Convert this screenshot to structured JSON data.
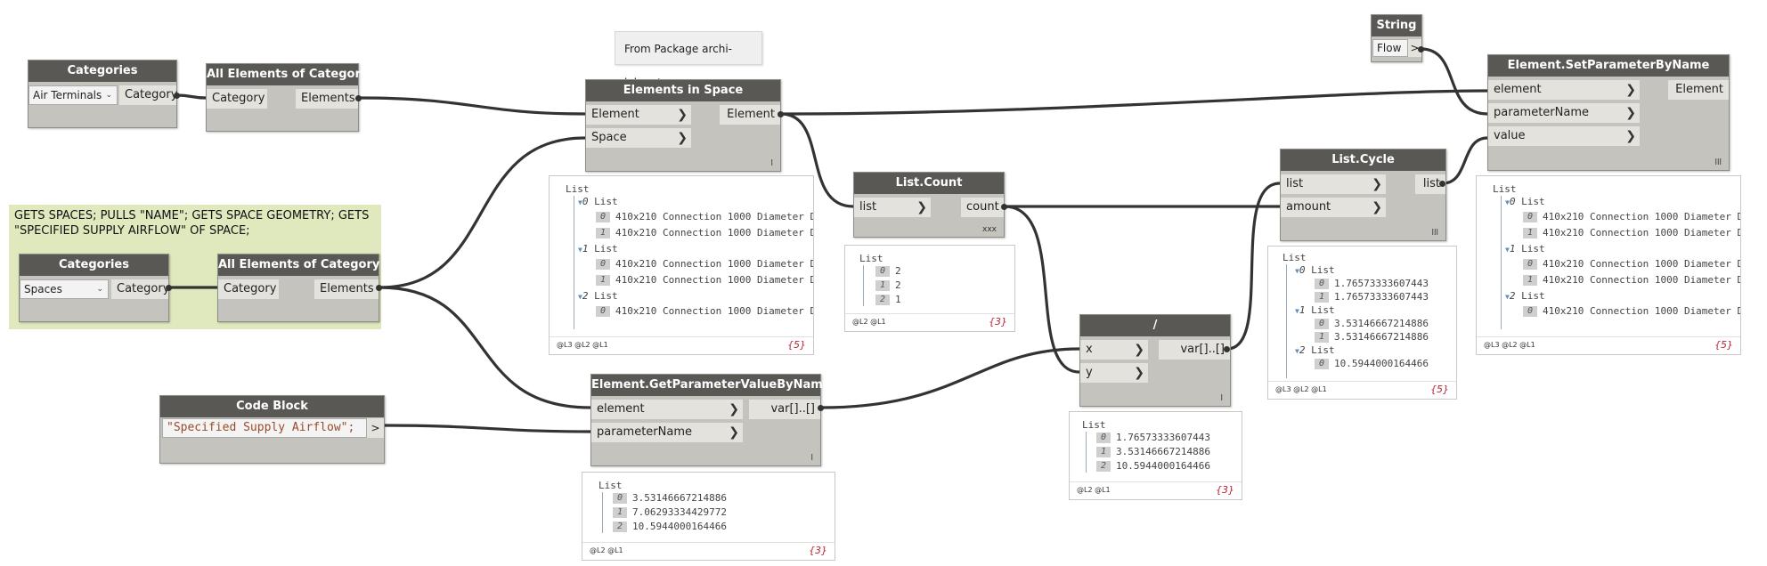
{
  "group": {
    "title": "GETS SPACES; PULLS \"NAME\"; GETS SPACE GEOMETRY; GETS \"SPECIFIED SUPPLY AIRFLOW\" OF SPACE;"
  },
  "note": {
    "text": "From Package archi-lab.net"
  },
  "nodes": {
    "categories1": {
      "title": "Categories",
      "selected": "Air Terminals",
      "output": "Category"
    },
    "all_elements1": {
      "title": "All Elements of Category",
      "input": "Category",
      "output": "Elements"
    },
    "categories2": {
      "title": "Categories",
      "selected": "Spaces",
      "output": "Category"
    },
    "all_elements2": {
      "title": "All Elements of Category",
      "input": "Category",
      "output": "Elements"
    },
    "elements_in_space": {
      "title": "Elements in Space",
      "inputs": [
        "Element",
        "Space"
      ],
      "output": "Element",
      "lacing": "l"
    },
    "list_count": {
      "title": "List.Count",
      "input": "list",
      "output": "count",
      "lacing": "xxx"
    },
    "code_block": {
      "title": "Code Block",
      "code": "\"Specified Supply Airflow\";",
      "output": ">"
    },
    "get_param": {
      "title": "Element.GetParameterValueByName",
      "inputs": [
        "element",
        "parameterName"
      ],
      "output": "var[]..[]",
      "lacing": "l"
    },
    "divide": {
      "title": "/",
      "inputs": [
        "x",
        "y"
      ],
      "output": "var[]..[]",
      "lacing": "l"
    },
    "list_cycle": {
      "title": "List.Cycle",
      "inputs": [
        "list",
        "amount"
      ],
      "output": "list",
      "lacing": "lll"
    },
    "string": {
      "title": "String",
      "value": "Flow",
      "output": ">"
    },
    "set_param": {
      "title": "Element.SetParameterByName",
      "inputs": [
        "element",
        "parameterName",
        "value"
      ],
      "output": "Element",
      "lacing": "lll"
    }
  },
  "previews": {
    "elements_in_space": {
      "root": "List",
      "groups": [
        {
          "index": "0",
          "label": "List",
          "items": [
            [
              "0",
              "410x210 Connection 1000 Diameter D"
            ],
            [
              "1",
              "410x210 Connection 1000 Diameter D"
            ]
          ]
        },
        {
          "index": "1",
          "label": "List",
          "items": [
            [
              "0",
              "410x210 Connection 1000 Diameter D"
            ],
            [
              "1",
              "410x210 Connection 1000 Diameter D"
            ]
          ]
        },
        {
          "index": "2",
          "label": "List",
          "items": [
            [
              "0",
              "410x210 Connection 1000 Diameter D"
            ]
          ]
        }
      ],
      "levels": "@L3 @L2 @L1",
      "count": "{5}"
    },
    "list_count": {
      "root": "List",
      "items": [
        [
          "0",
          "2"
        ],
        [
          "1",
          "2"
        ],
        [
          "2",
          "1"
        ]
      ],
      "levels": "@L2 @L1",
      "count": "{3}"
    },
    "get_param": {
      "root": "List",
      "items": [
        [
          "0",
          "3.53146667214886"
        ],
        [
          "1",
          "7.06293334429772"
        ],
        [
          "2",
          "10.5944000164466"
        ]
      ],
      "levels": "@L2 @L1",
      "count": "{3}"
    },
    "divide": {
      "root": "List",
      "items": [
        [
          "0",
          "1.76573333607443"
        ],
        [
          "1",
          "3.53146667214886"
        ],
        [
          "2",
          "10.5944000164466"
        ]
      ],
      "levels": "@L2 @L1",
      "count": "{3}"
    },
    "list_cycle": {
      "root": "List",
      "groups": [
        {
          "index": "0",
          "label": "List",
          "items": [
            [
              "0",
              "1.76573333607443"
            ],
            [
              "1",
              "1.76573333607443"
            ]
          ]
        },
        {
          "index": "1",
          "label": "List",
          "items": [
            [
              "0",
              "3.53146667214886"
            ],
            [
              "1",
              "3.53146667214886"
            ]
          ]
        },
        {
          "index": "2",
          "label": "List",
          "items": [
            [
              "0",
              "10.5944000164466"
            ]
          ]
        }
      ],
      "levels": "@L3 @L2 @L1",
      "count": "{5}"
    },
    "set_param": {
      "root": "List",
      "groups": [
        {
          "index": "0",
          "label": "List",
          "items": [
            [
              "0",
              "410x210 Connection 1000 Diameter D"
            ],
            [
              "1",
              "410x210 Connection 1000 Diameter D"
            ]
          ]
        },
        {
          "index": "1",
          "label": "List",
          "items": [
            [
              "0",
              "410x210 Connection 1000 Diameter D"
            ],
            [
              "1",
              "410x210 Connection 1000 Diameter D"
            ]
          ]
        },
        {
          "index": "2",
          "label": "List",
          "items": [
            [
              "0",
              "410x210 Connection 1000 Diameter D"
            ]
          ]
        }
      ],
      "levels": "@L3 @L2 @L1",
      "count": "{5}"
    }
  },
  "icons": {
    "input_port": "chevron-right-icon",
    "dropdown": "chevron-down-icon",
    "tree_toggle": "triangle-down-icon"
  },
  "colors": {
    "node_title": "#595855",
    "node_body": "#c5c3bd",
    "group": "#dfe9bd",
    "wire": "#333333",
    "count_text": "#bb2233"
  }
}
